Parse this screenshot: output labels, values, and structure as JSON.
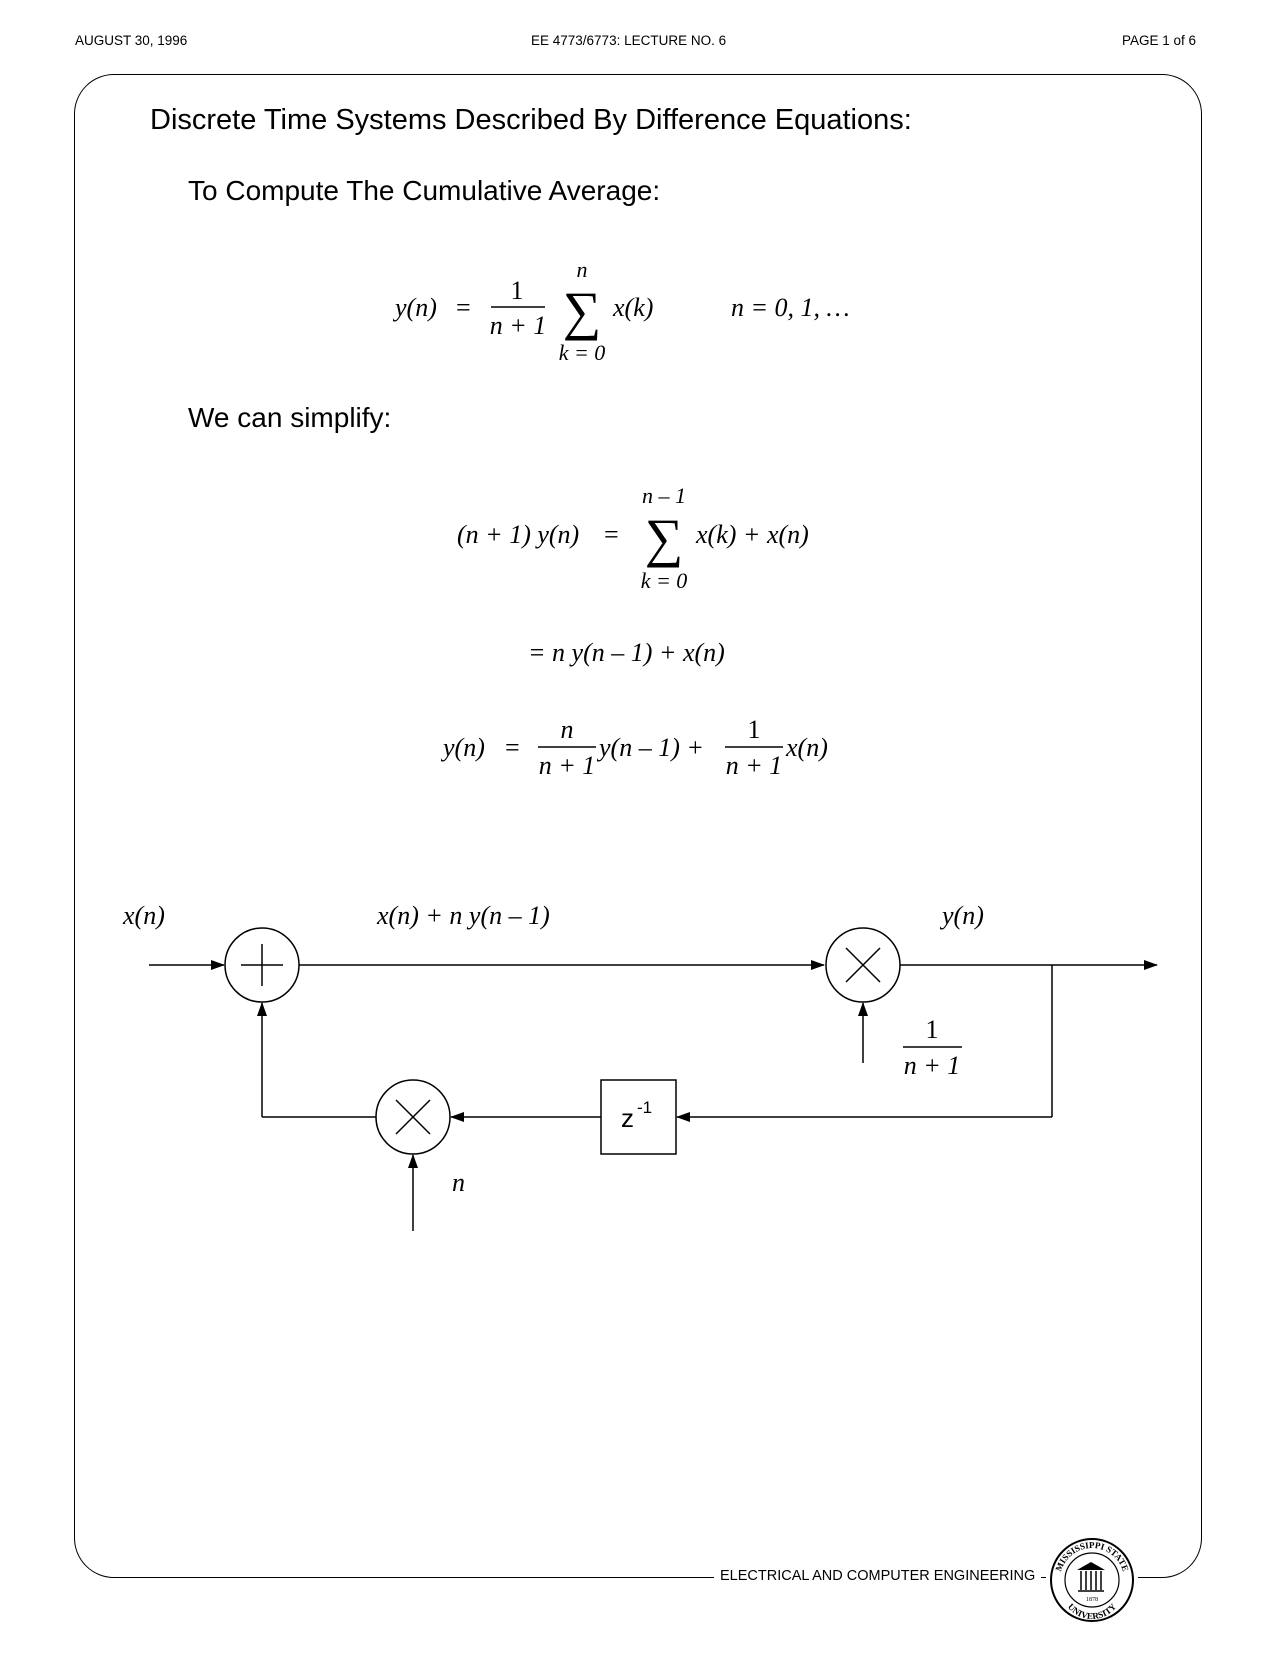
{
  "header": {
    "date": "AUGUST 30, 1996",
    "course": "EE 4773/6773: LECTURE NO. 6",
    "page": "PAGE 1 of 6"
  },
  "title": "Discrete Time Systems Described By Difference Equations:",
  "subtitle": "To Compute The Cumulative Average:",
  "simplify_label": "We can simplify:",
  "equations": {
    "eq1": {
      "lhs": "y(n)",
      "frac_num": "1",
      "frac_den": "n + 1",
      "sum_upper": "n",
      "sum_lower": "k = 0",
      "term": "x(k)",
      "range": "n = 0, 1, …"
    },
    "eq2": {
      "lhs": "(n + 1) y(n)",
      "sum_upper": "n – 1",
      "sum_lower": "k = 0",
      "rhs": "x(k) + x(n)"
    },
    "eq3": {
      "rhs": "= n y(n – 1) + x(n)"
    },
    "eq4": {
      "lhs": "y(n)",
      "frac1_num": "n",
      "frac1_den": "n + 1",
      "mid": "y(n – 1) +",
      "frac2_num": "1",
      "frac2_den": "n + 1",
      "tail": "x(n)"
    }
  },
  "diagram": {
    "input_label": "x(n)",
    "sum_label": "x(n) + n y(n – 1)",
    "output_label": "y(n)",
    "gain_num": "1",
    "gain_den": "n + 1",
    "delay_base": "z",
    "delay_exp": "-1",
    "feedback_gain": "n"
  },
  "footer": {
    "department": "ELECTRICAL AND COMPUTER ENGINEERING",
    "seal_top": "MISSISSIPPI STATE",
    "seal_bottom": "UNIVERSITY",
    "seal_year": "1878"
  }
}
